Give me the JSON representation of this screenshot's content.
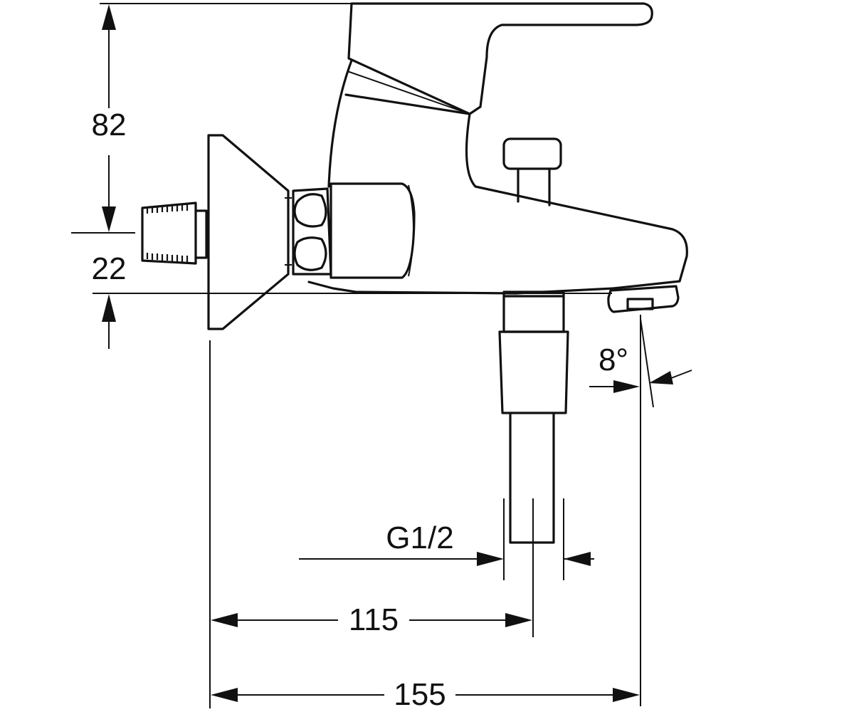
{
  "dimensions": {
    "height_upper": "82",
    "height_lower": "22",
    "spout_angle": "8°",
    "inlet_thread": "G1/2",
    "outlet_distance": "115",
    "overall_length": "155"
  }
}
